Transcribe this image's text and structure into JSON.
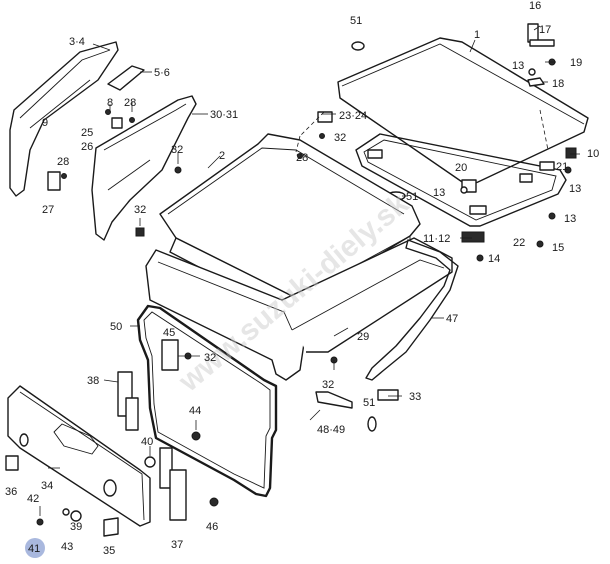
{
  "watermark": "www.suzuki-diely.sk",
  "highlight_color": "#a9b8de",
  "callouts": [
    {
      "id": "c1",
      "text": "1"
    },
    {
      "id": "c2",
      "text": "2"
    },
    {
      "id": "c3-4",
      "text": "3·4"
    },
    {
      "id": "c5-6",
      "text": "5·6"
    },
    {
      "id": "c8",
      "text": "8"
    },
    {
      "id": "c9",
      "text": "9"
    },
    {
      "id": "c10",
      "text": "10"
    },
    {
      "id": "c11-12",
      "text": "11·12"
    },
    {
      "id": "c13a",
      "text": "13"
    },
    {
      "id": "c13b",
      "text": "13"
    },
    {
      "id": "c13c",
      "text": "13"
    },
    {
      "id": "c13d",
      "text": "13"
    },
    {
      "id": "c14",
      "text": "14"
    },
    {
      "id": "c15",
      "text": "15"
    },
    {
      "id": "c16",
      "text": "16"
    },
    {
      "id": "c17",
      "text": "17"
    },
    {
      "id": "c18",
      "text": "18"
    },
    {
      "id": "c19",
      "text": "19"
    },
    {
      "id": "c20",
      "text": "20"
    },
    {
      "id": "c21",
      "text": "21"
    },
    {
      "id": "c22",
      "text": "22"
    },
    {
      "id": "c23-24",
      "text": "23·24"
    },
    {
      "id": "c25",
      "text": "25"
    },
    {
      "id": "c26",
      "text": "26"
    },
    {
      "id": "c27",
      "text": "27"
    },
    {
      "id": "c28a",
      "text": "28"
    },
    {
      "id": "c28b",
      "text": "28"
    },
    {
      "id": "c28c",
      "text": "28"
    },
    {
      "id": "c29",
      "text": "29"
    },
    {
      "id": "c30-31",
      "text": "30·31"
    },
    {
      "id": "c32a",
      "text": "32"
    },
    {
      "id": "c32b",
      "text": "32"
    },
    {
      "id": "c32c",
      "text": "32"
    },
    {
      "id": "c32d",
      "text": "32"
    },
    {
      "id": "c32e",
      "text": "32"
    },
    {
      "id": "c33",
      "text": "33"
    },
    {
      "id": "c34",
      "text": "34"
    },
    {
      "id": "c35",
      "text": "35"
    },
    {
      "id": "c36",
      "text": "36"
    },
    {
      "id": "c37",
      "text": "37"
    },
    {
      "id": "c38",
      "text": "38"
    },
    {
      "id": "c39",
      "text": "39"
    },
    {
      "id": "c40",
      "text": "40"
    },
    {
      "id": "c41",
      "text": "41"
    },
    {
      "id": "c42",
      "text": "42"
    },
    {
      "id": "c43",
      "text": "43"
    },
    {
      "id": "c44",
      "text": "44"
    },
    {
      "id": "c45",
      "text": "45"
    },
    {
      "id": "c46",
      "text": "46"
    },
    {
      "id": "c47",
      "text": "47"
    },
    {
      "id": "c48-49",
      "text": "48·49"
    },
    {
      "id": "c50",
      "text": "50"
    },
    {
      "id": "c51a",
      "text": "51"
    },
    {
      "id": "c51b",
      "text": "51"
    },
    {
      "id": "c51c",
      "text": "51"
    }
  ]
}
